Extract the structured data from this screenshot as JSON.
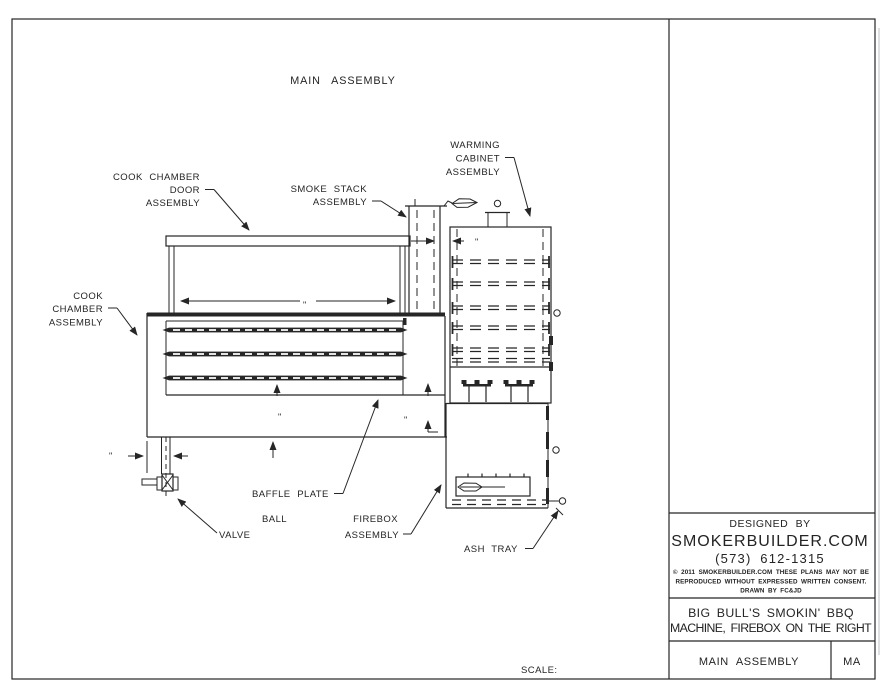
{
  "drawing": {
    "title": "MAIN ASSEMBLY",
    "scale_label": "SCALE:",
    "inch_mark": "\"",
    "labels": {
      "cook_chamber_door": [
        "COOK CHAMBER",
        "DOOR",
        "ASSEMBLY"
      ],
      "smoke_stack": [
        "SMOKE STACK",
        "ASSEMBLY"
      ],
      "warming_cabinet": [
        "WARMING",
        "CABINET",
        "ASSEMBLY"
      ],
      "cook_chamber": [
        "COOK",
        "CHAMBER",
        "ASSEMBLY"
      ],
      "baffle_plate": "BAFFLE PLATE",
      "ball_valve": [
        "BALL",
        "VALVE"
      ],
      "firebox": [
        "FIREBOX",
        "ASSEMBLY"
      ],
      "ash_tray": "ASH TRAY"
    }
  },
  "title_block": {
    "designed_by": "DESIGNED BY",
    "company": "SMOKERBUILDER.COM",
    "phone": "(573) 612-1315",
    "copyright": [
      "© 2011 SMOKERBUILDER.COM THESE PLANS MAY NOT BE",
      "REPRODUCED WITHOUT EXPRESSED WRITTEN CONSENT.",
      "DRAWN BY FC&JD"
    ],
    "drawing_title": [
      "BIG BULL'S SMOKIN' BBQ",
      "MACHINE, FIREBOX ON THE RIGHT"
    ],
    "sheet_name": "MAIN ASSEMBLY",
    "sheet_code": "MA"
  },
  "colors": {
    "line": "#262626",
    "background": "#ffffff"
  }
}
